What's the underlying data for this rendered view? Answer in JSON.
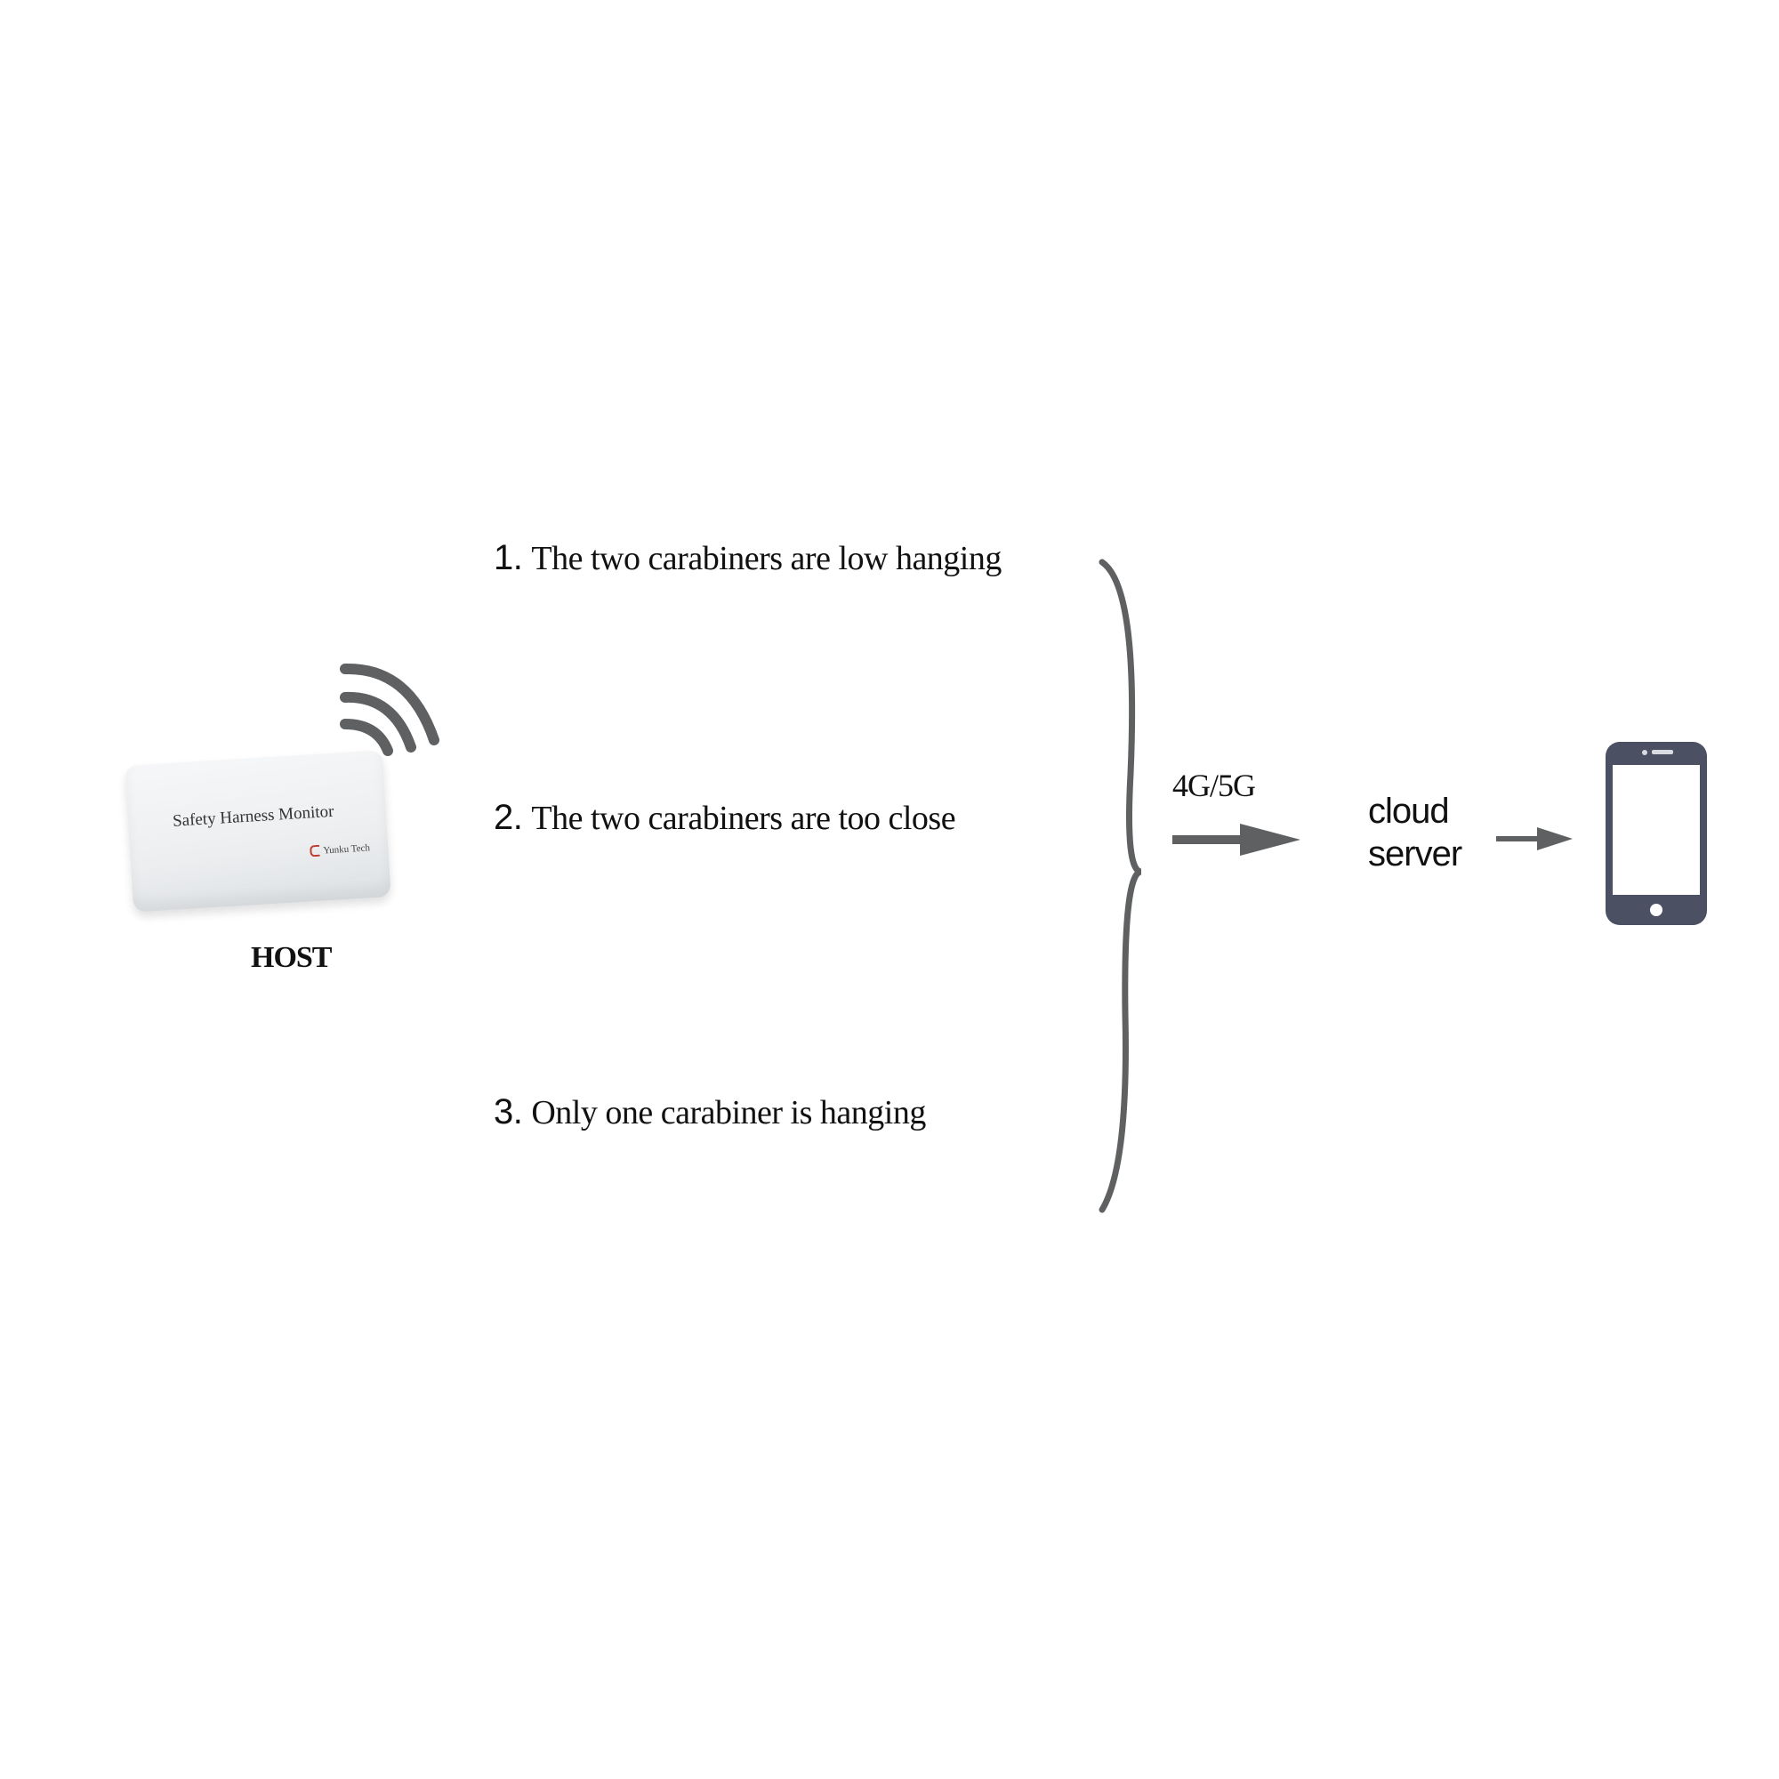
{
  "host": {
    "device_title": "Safety Harness Monitor",
    "device_brand": "Yunku Tech",
    "label": "HOST"
  },
  "conditions": [
    {
      "number": "1.",
      "text": "The two carabiners are low hanging"
    },
    {
      "number": "2.",
      "text": "The two carabiners are too close"
    },
    {
      "number": "3.",
      "text": "Only one carabiner is hanging"
    }
  ],
  "network": {
    "label": "4G/5G"
  },
  "cloud": {
    "line1": "cloud",
    "line2": "server"
  },
  "icons": {
    "wireless": "wireless-signal-icon",
    "phone": "smartphone-icon",
    "arrow": "arrow-right-icon",
    "brace": "right-curly-brace"
  },
  "colors": {
    "graphic": "#5f6062",
    "text": "#111111"
  }
}
